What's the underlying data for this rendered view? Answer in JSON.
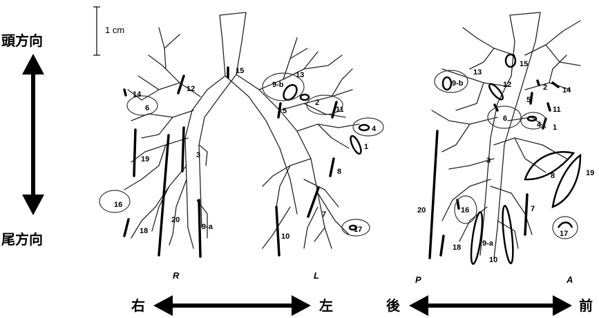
{
  "scale_label": "1 cm",
  "directions": {
    "cranial": "頭方向",
    "caudal": "尾方向",
    "right": "右",
    "left": "左",
    "posterior": "後",
    "anterior": "前"
  },
  "view_labels": {
    "frontal_right": "R",
    "frontal_left": "L",
    "lateral_posterior": "P",
    "lateral_anterior": "A"
  },
  "frontal_stations": [
    "12",
    "14",
    "6",
    "3",
    "19",
    "16",
    "18",
    "20",
    "9-a",
    "15",
    "9-b",
    "13",
    "5",
    "2",
    "11",
    "4",
    "1",
    "8",
    "7",
    "17",
    "10"
  ],
  "lateral_stations": [
    "13",
    "15",
    "9-b",
    "12",
    "2",
    "14",
    "5",
    "11",
    "6",
    "4",
    "1",
    "3",
    "8",
    "19",
    "20",
    "16",
    "7",
    "17",
    "18",
    "9-a",
    "10"
  ]
}
